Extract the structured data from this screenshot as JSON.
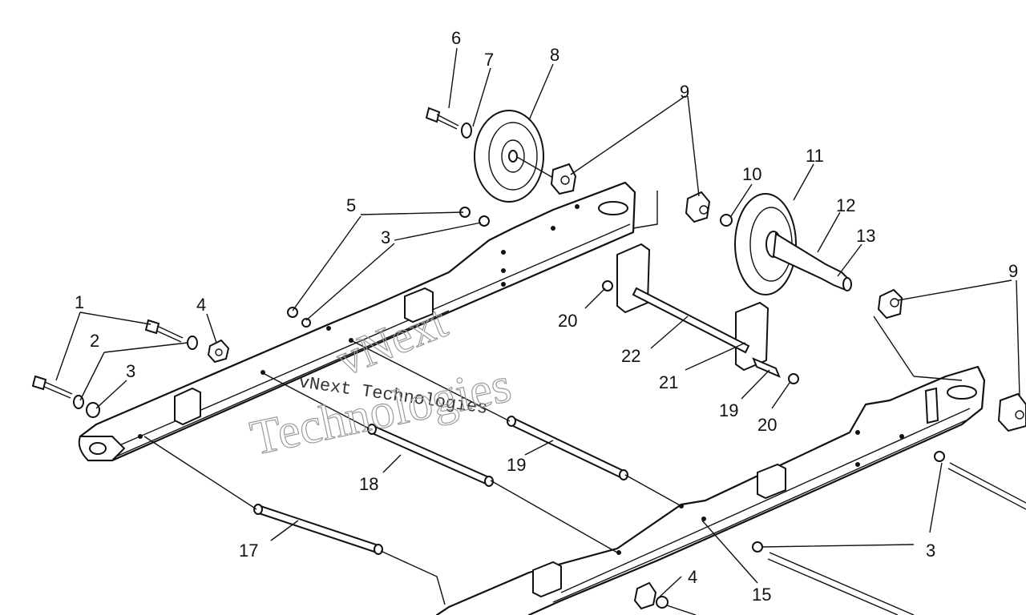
{
  "watermark": {
    "brand": "vNext",
    "line1": "vNext Technologies",
    "line2": "Technologies"
  },
  "callouts": [
    {
      "id": "c6",
      "text": "6"
    },
    {
      "id": "c7",
      "text": "7"
    },
    {
      "id": "c8",
      "text": "8"
    },
    {
      "id": "c9a",
      "text": "9"
    },
    {
      "id": "c10",
      "text": "10"
    },
    {
      "id": "c11",
      "text": "11"
    },
    {
      "id": "c12",
      "text": "12"
    },
    {
      "id": "c13",
      "text": "13"
    },
    {
      "id": "c9b",
      "text": "9"
    },
    {
      "id": "c5",
      "text": "5"
    },
    {
      "id": "c3a",
      "text": "3"
    },
    {
      "id": "c1",
      "text": "1"
    },
    {
      "id": "c4a",
      "text": "4"
    },
    {
      "id": "c2",
      "text": "2"
    },
    {
      "id": "c3b",
      "text": "3"
    },
    {
      "id": "c20a",
      "text": "20"
    },
    {
      "id": "c22",
      "text": "22"
    },
    {
      "id": "c21",
      "text": "21"
    },
    {
      "id": "c19a",
      "text": "19"
    },
    {
      "id": "c20b",
      "text": "20"
    },
    {
      "id": "c19b",
      "text": "19"
    },
    {
      "id": "c18",
      "text": "18"
    },
    {
      "id": "c17",
      "text": "17"
    },
    {
      "id": "c3c",
      "text": "3"
    },
    {
      "id": "c4b",
      "text": "4"
    },
    {
      "id": "c15",
      "text": "15"
    }
  ]
}
